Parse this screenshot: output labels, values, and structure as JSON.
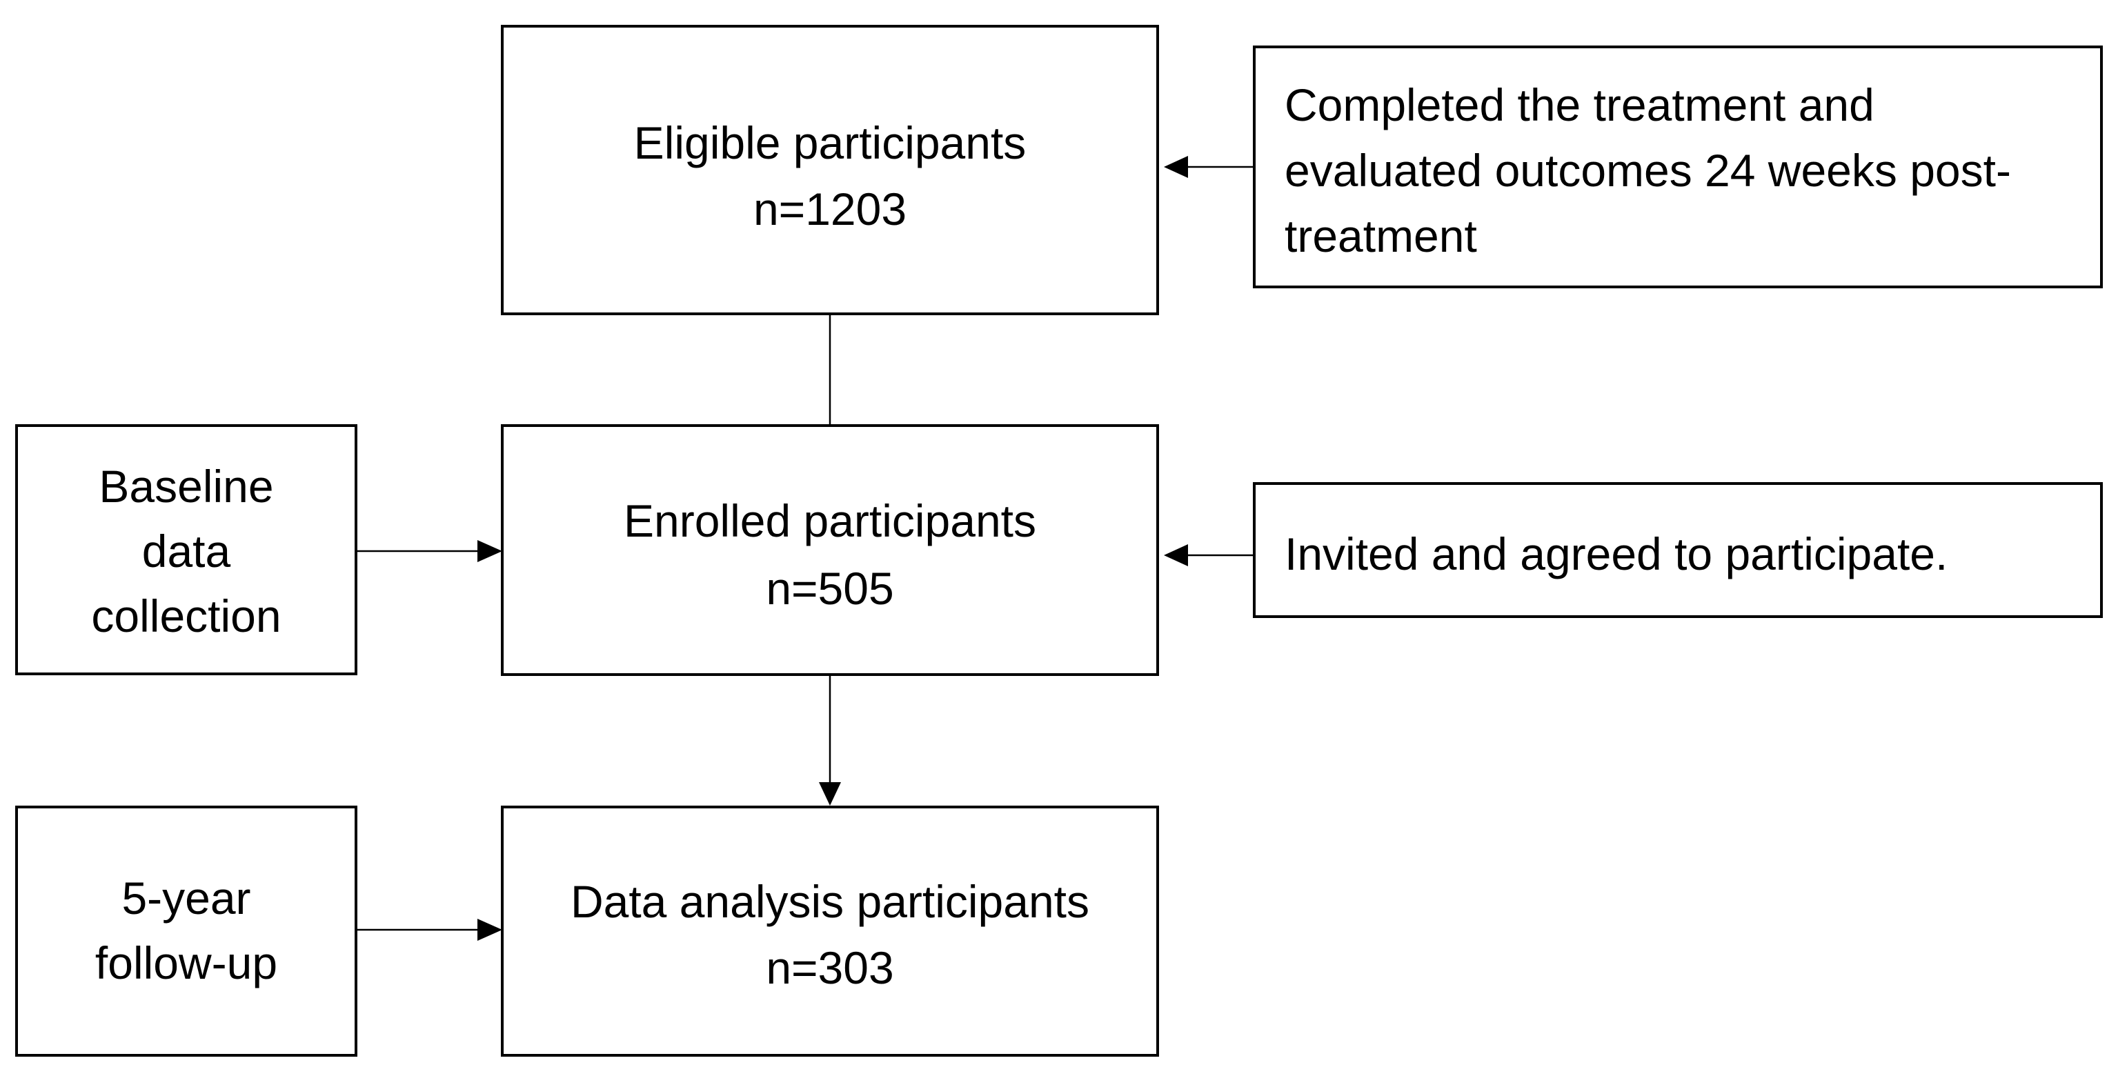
{
  "nodes": {
    "eligible": {
      "title": "Eligible participants",
      "count": "n=1203"
    },
    "completed": {
      "line1": "Completed the treatment and",
      "line2": "evaluated outcomes 24 weeks post-",
      "line3": "treatment"
    },
    "baseline": {
      "line1": "Baseline",
      "line2": "data",
      "line3": "collection"
    },
    "enrolled": {
      "title": "Enrolled participants",
      "count": "n=505"
    },
    "invited": {
      "text": "Invited and agreed to participate."
    },
    "followup": {
      "line1": "5-year",
      "line2": "follow-up"
    },
    "analysis": {
      "title": "Data analysis participants",
      "count": "n=303"
    }
  },
  "colors": {
    "stroke": "#000000",
    "background": "#ffffff"
  }
}
